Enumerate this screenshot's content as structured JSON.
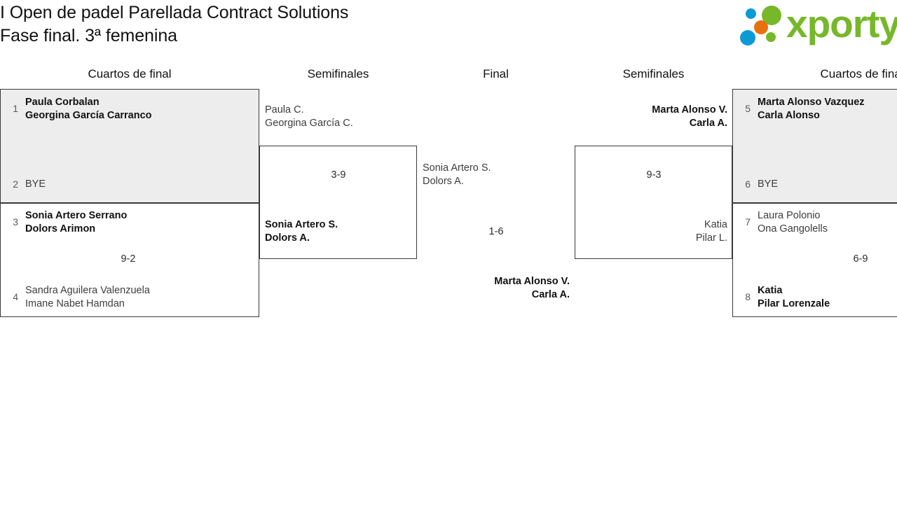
{
  "header": {
    "title_line1": "I Open de padel Parellada Contract Solutions",
    "title_line2": "Fase final. 3ª femenina",
    "logo": {
      "wordmark": "xporty",
      "green": "#76b82a",
      "orange": "#e8700d",
      "blue": "#0b9ad6"
    }
  },
  "rounds": [
    {
      "label": "Cuartos de final"
    },
    {
      "label": "Semifinales"
    },
    {
      "label": "Final"
    },
    {
      "label": "Semifinales"
    },
    {
      "label": "Cuartos de final"
    }
  ],
  "bracket": {
    "quarterfinals_left": [
      {
        "top": {
          "seed": "1",
          "players": [
            "Paula Corbalan",
            "Georgina García Carranco"
          ],
          "result": "winner"
        },
        "bottom": {
          "seed": "2",
          "players": [
            "BYE"
          ],
          "result": "loser"
        },
        "score": ""
      },
      {
        "top": {
          "seed": "3",
          "players": [
            "Sonia Artero Serrano",
            "Dolors Arimon"
          ],
          "result": "winner"
        },
        "bottom": {
          "seed": "4",
          "players": [
            "Sandra Aguilera Valenzuela",
            "Imane Nabet Hamdan"
          ],
          "result": "loser"
        },
        "score": "9-2"
      }
    ],
    "semifinal_left": {
      "top": {
        "players": [
          "Paula C.",
          "Georgina García C."
        ],
        "result": "loser"
      },
      "bottom": {
        "players": [
          "Sonia Artero S.",
          "Dolors A."
        ],
        "result": "winner"
      },
      "score": "3-9"
    },
    "final": {
      "top": {
        "players": [
          "Sonia Artero S.",
          "Dolors A."
        ],
        "result": "loser"
      },
      "bottom": {
        "players": [
          "Marta Alonso V.",
          "Carla A."
        ],
        "result": "winner"
      },
      "score": "1-6"
    },
    "semifinal_right": {
      "top": {
        "players": [
          "Marta Alonso V.",
          "Carla A."
        ],
        "result": "winner"
      },
      "bottom": {
        "players": [
          "Katia",
          "Pilar L."
        ],
        "result": "loser"
      },
      "score": "9-3"
    },
    "quarterfinals_right": [
      {
        "top": {
          "seed": "5",
          "players": [
            "Marta Alonso Vazquez",
            "Carla Alonso"
          ],
          "result": "winner"
        },
        "bottom": {
          "seed": "6",
          "players": [
            "BYE"
          ],
          "result": "loser"
        },
        "score": ""
      },
      {
        "top": {
          "seed": "7",
          "players": [
            "Laura Polonio",
            "Ona Gangolells"
          ],
          "result": "loser"
        },
        "bottom": {
          "seed": "8",
          "players": [
            "Katia",
            "Pilar Lorenzale"
          ],
          "result": "winner"
        },
        "score": "6-9"
      }
    ]
  }
}
